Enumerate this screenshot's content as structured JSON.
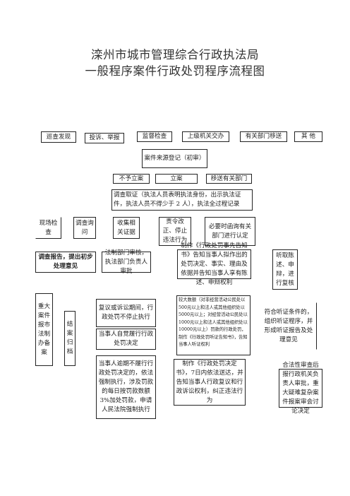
{
  "title": {
    "line1": "滦州市城市管理综合行政执法局",
    "line2": "一般程序案件行政处罚程序流程图"
  },
  "sources": [
    "巡查发现",
    "投诉、举报",
    "监督检查",
    "上级机关交办",
    "有关部门移送",
    "其 他"
  ],
  "register": "案件来源登记（初审）",
  "decision": [
    "不予立案",
    "立案",
    "移送有关部门"
  ],
  "investigate": "调查取证（执法人员表明执法身份，出示执法证件，执法人员不得少于 2 人），执法全过程记录",
  "methods": [
    "现场检查",
    "调查询问",
    "收集相关证据",
    "责令改正、停止违法行为",
    "必要时函询有关部门进行认定"
  ],
  "report": "调查报告，提出初步处理意见",
  "review": "法制部门审核，执法部门负责人审批",
  "notice": "制作《行政处罚事先告知书》告知当事人拟作出的处罚决定、事实、理由及依据并告知当事人享有陈述、申辩权利",
  "listen": "听取陈述、申辩，进行复核",
  "major_case": "重大案件报市法制办备案",
  "close": "结案归档",
  "reconsider": "复议或诉讼期间，行政处罚不停止执行",
  "self_perform": "当事人自觉履行行政处罚决定",
  "enforce": "当事人逾期不履行行政处罚决定的，依法强制执行，涉及罚款的每日按罚款数额 3%加处罚款，申请人民法院强制执行",
  "large_fine": "较大数额（对非经营活动公民处以500元以上和法人或其他组织处以5000元以上；对经营活动公民处以1000元以上和法人或其他组织处以10000元以上）罚款的行政处罚，制作《行政处罚听证告知书》，告知当事人听证权利",
  "decision_doc": "制作《行政处罚决定书》，7日内依法送达，并告知当事人行政复议和行政诉讼权利，纠正违法行为",
  "hearing": "符合听证条件的，组织听证程序，并形成听证报告及处理意见",
  "legality": "合法性审查后报行政机关负责人审批，重大疑难复杂案件报案审会讨论决定"
}
